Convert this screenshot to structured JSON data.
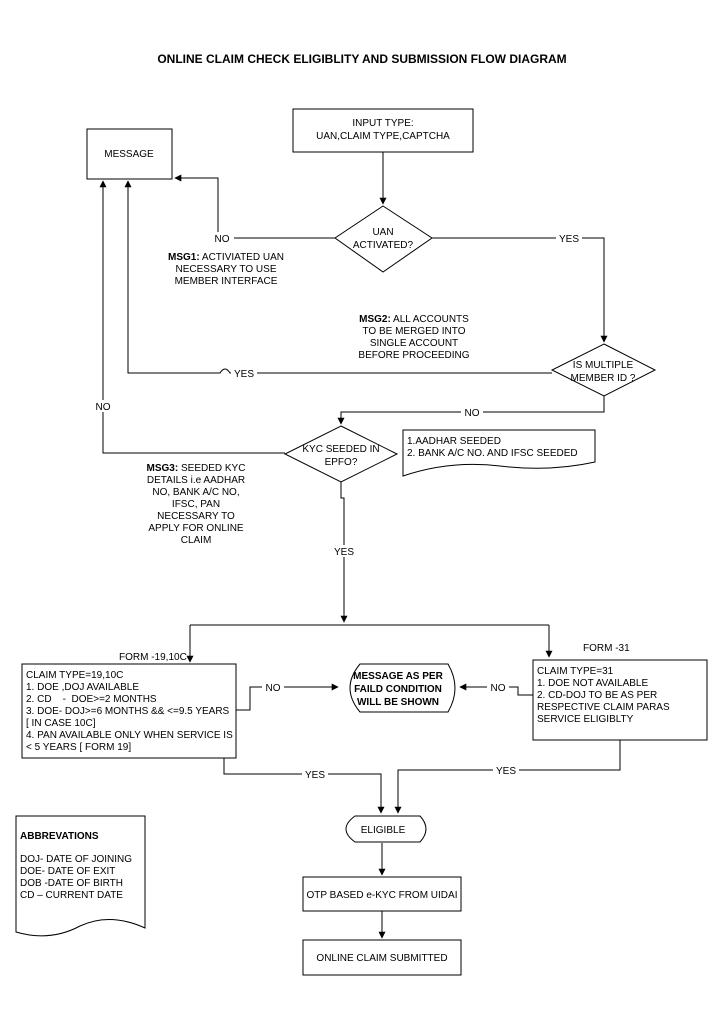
{
  "title": "ONLINE CLAIM CHECK ELIGIBLITY AND SUBMISSION FLOW DIAGRAM",
  "nodes": {
    "input": [
      "INPUT TYPE:",
      "UAN,CLAIM TYPE,CAPTCHA"
    ],
    "message": "MESSAGE",
    "uan_activated": [
      "UAN",
      "ACTIVATED?"
    ],
    "multiple_member": [
      "IS MULTIPLE",
      "MEMBER ID ?"
    ],
    "kyc_seeded": [
      "KYC SEEDED IN",
      "EPFO?"
    ],
    "kyc_note": [
      "1.AADHAR SEEDED",
      "2. BANK A/C NO. AND IFSC SEEDED"
    ],
    "fail_message": [
      "MESSAGE AS PER",
      "FAILD CONDITION",
      "WILL BE SHOWN"
    ],
    "form19": [
      "CLAIM TYPE=19,10C",
      "1. DOE ,DOJ AVAILABLE",
      "2. CD    -  DOE>=2 MONTHS",
      "3.  DOE- DOJ>=6 MONTHS && <=9.5 YEARS",
      "[ IN CASE 10C]",
      "4. PAN AVAILABLE ONLY WHEN SERVICE IS",
      "< 5 YEARS  [ FORM 19]"
    ],
    "form31": [
      "CLAIM TYPE=31",
      "1. DOE NOT AVAILABLE",
      "2. CD-DOJ TO BE AS PER",
      "RESPECTIVE CLAIM PARAS",
      "SERVICE ELIGIBLTY"
    ],
    "eligible": "ELIGIBLE",
    "otp": "OTP BASED e-KYC FROM UIDAI",
    "submitted": "ONLINE CLAIM SUBMITTED"
  },
  "messages": {
    "msg1": {
      "label": "MSG1:",
      "lines": [
        " ACTIVIATED UAN",
        "NECESSARY TO USE",
        "MEMBER INTERFACE"
      ]
    },
    "msg2": {
      "label": "MSG2:",
      "lines": [
        " ALL ACCOUNTS",
        "TO BE MERGED INTO",
        "SINGLE ACCOUNT",
        "BEFORE PROCEEDING"
      ]
    },
    "msg3": {
      "label": "MSG3:",
      "lines": [
        " SEEDED KYC",
        "DETAILS i.e AADHAR",
        "NO, BANK A/C NO,",
        "IFSC, PAN",
        "NECESSARY TO",
        "APPLY FOR ONLINE",
        "CLAIM"
      ]
    }
  },
  "labels": {
    "no_uan": "NO",
    "yes_uan": "YES",
    "yes_multiple": "YES",
    "no_multiple": "NO",
    "no_kyc": "NO",
    "yes_kyc": "YES",
    "form19_label": "FORM -19,10C",
    "form31_label": "FORM -31",
    "no_form19": "NO",
    "no_form31": "NO",
    "yes_form19": "YES",
    "yes_form31": "YES"
  },
  "abbreviations": {
    "heading": "ABBREVATIONS",
    "items": [
      "DOJ-  DATE OF JOINING",
      "DOE- DATE OF EXIT",
      "DOB -DATE OF BIRTH",
      "CD – CURRENT DATE"
    ]
  }
}
